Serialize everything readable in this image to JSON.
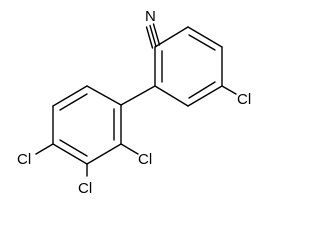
{
  "molecule": {
    "atoms": {
      "nitrile_n": "N",
      "cl_ring_a": "Cl",
      "cl_2": "Cl",
      "cl_3": "Cl",
      "cl_4": "Cl"
    },
    "colors": {
      "bond": "#000000",
      "label": "#000000",
      "background": "#ffffff"
    }
  }
}
